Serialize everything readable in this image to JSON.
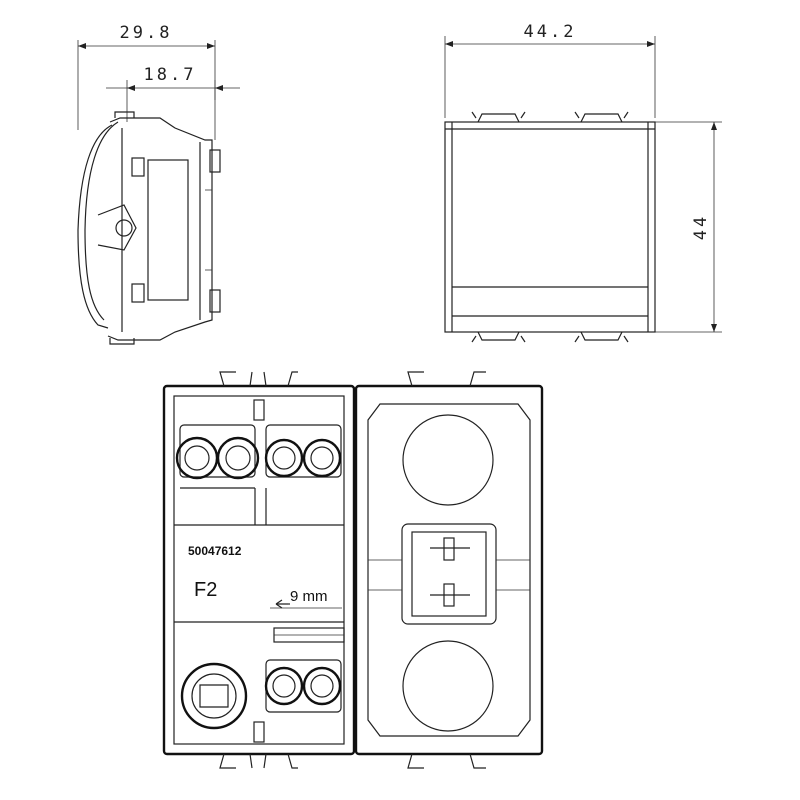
{
  "dimensions": {
    "side_overall": "29.8",
    "side_inner": "18.7",
    "front_width": "44.2",
    "front_height": "44"
  },
  "rear": {
    "part_number": "50047612",
    "code": "F2",
    "strip_length": "9 mm"
  }
}
